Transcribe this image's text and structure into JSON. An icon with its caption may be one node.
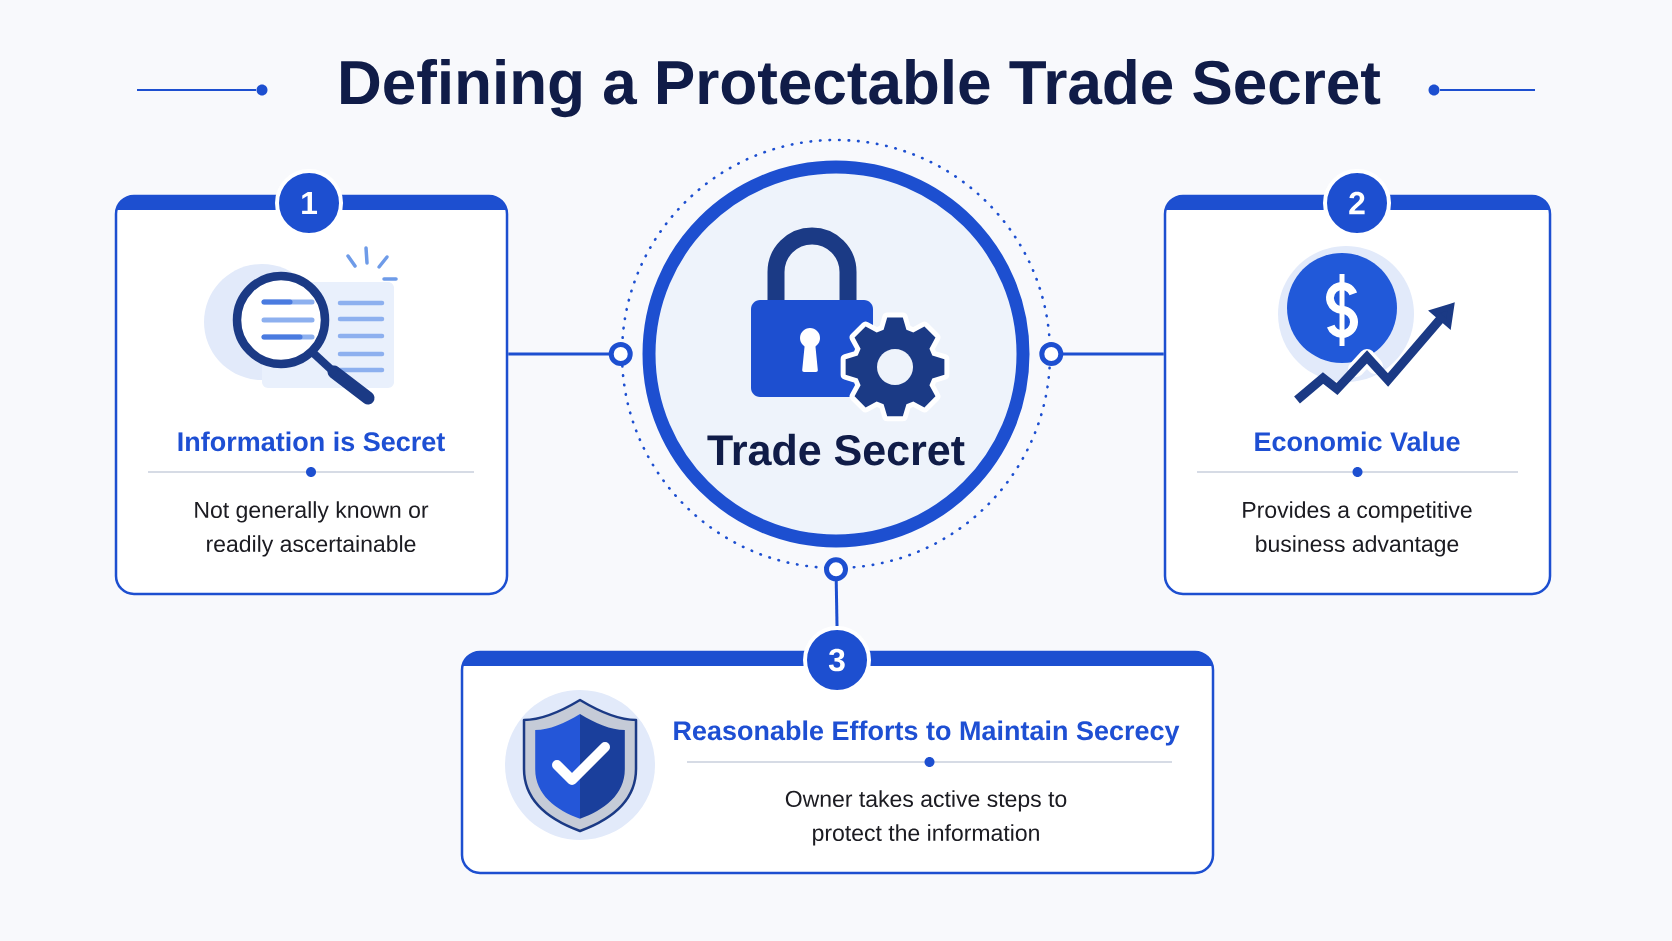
{
  "diagram": {
    "title": "Defining a Protectable Trade Secret",
    "nodes": [
      {
        "text": [
          "1"
        ]
      },
      {
        "text": [
          "Information is Secret",
          "Not generally known or readily ascertainable"
        ]
      },
      {
        "text": [
          "Trade Secret"
        ]
      },
      {
        "text": [
          "2"
        ]
      },
      {
        "text": [
          "Economic Value",
          "Provides a competitive business advantage"
        ]
      },
      {
        "text": [
          "3"
        ]
      },
      {
        "text": [
          "Reasonable Efforts to Maintain Secrecy",
          "Owner takes active steps to protect the information"
        ]
      }
    ],
    "edges": [
      {
        "from": 1,
        "to": 2,
        "arrow": "other"
      },
      {
        "from": 4,
        "to": 2,
        "arrow": "other"
      },
      {
        "from": 5,
        "to": 2,
        "arrow": "other"
      }
    ]
  }
}
